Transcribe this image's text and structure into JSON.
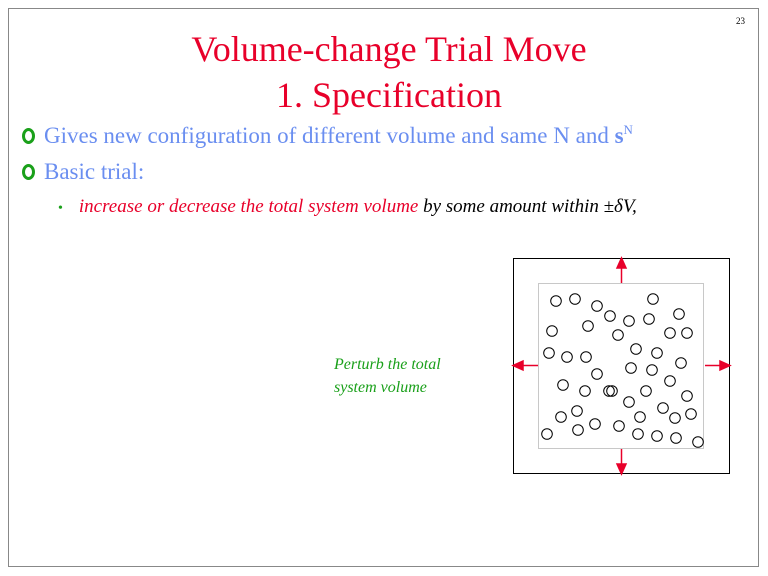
{
  "slide": {
    "page_number": "23",
    "title_line1": "Volume-change Trial Move",
    "title_line2": "1. Specification",
    "bullets": [
      {
        "text": "Gives new configuration of different volume and same N and ",
        "bold_symbol": "s",
        "superscript": "N"
      },
      {
        "text": "Basic trial:"
      }
    ],
    "sub_bullet": {
      "red_text": "increase or decrease the total system volume",
      "black_text": " by some amount within ±δV,"
    },
    "figure_caption_line1": "Perturb the total",
    "figure_caption_line2": "system volume",
    "colors": {
      "title": "#e8002a",
      "bullet_text": "#6a8ef0",
      "bullet_marker": "#1aa01a",
      "arrow": "#e8002a"
    }
  }
}
